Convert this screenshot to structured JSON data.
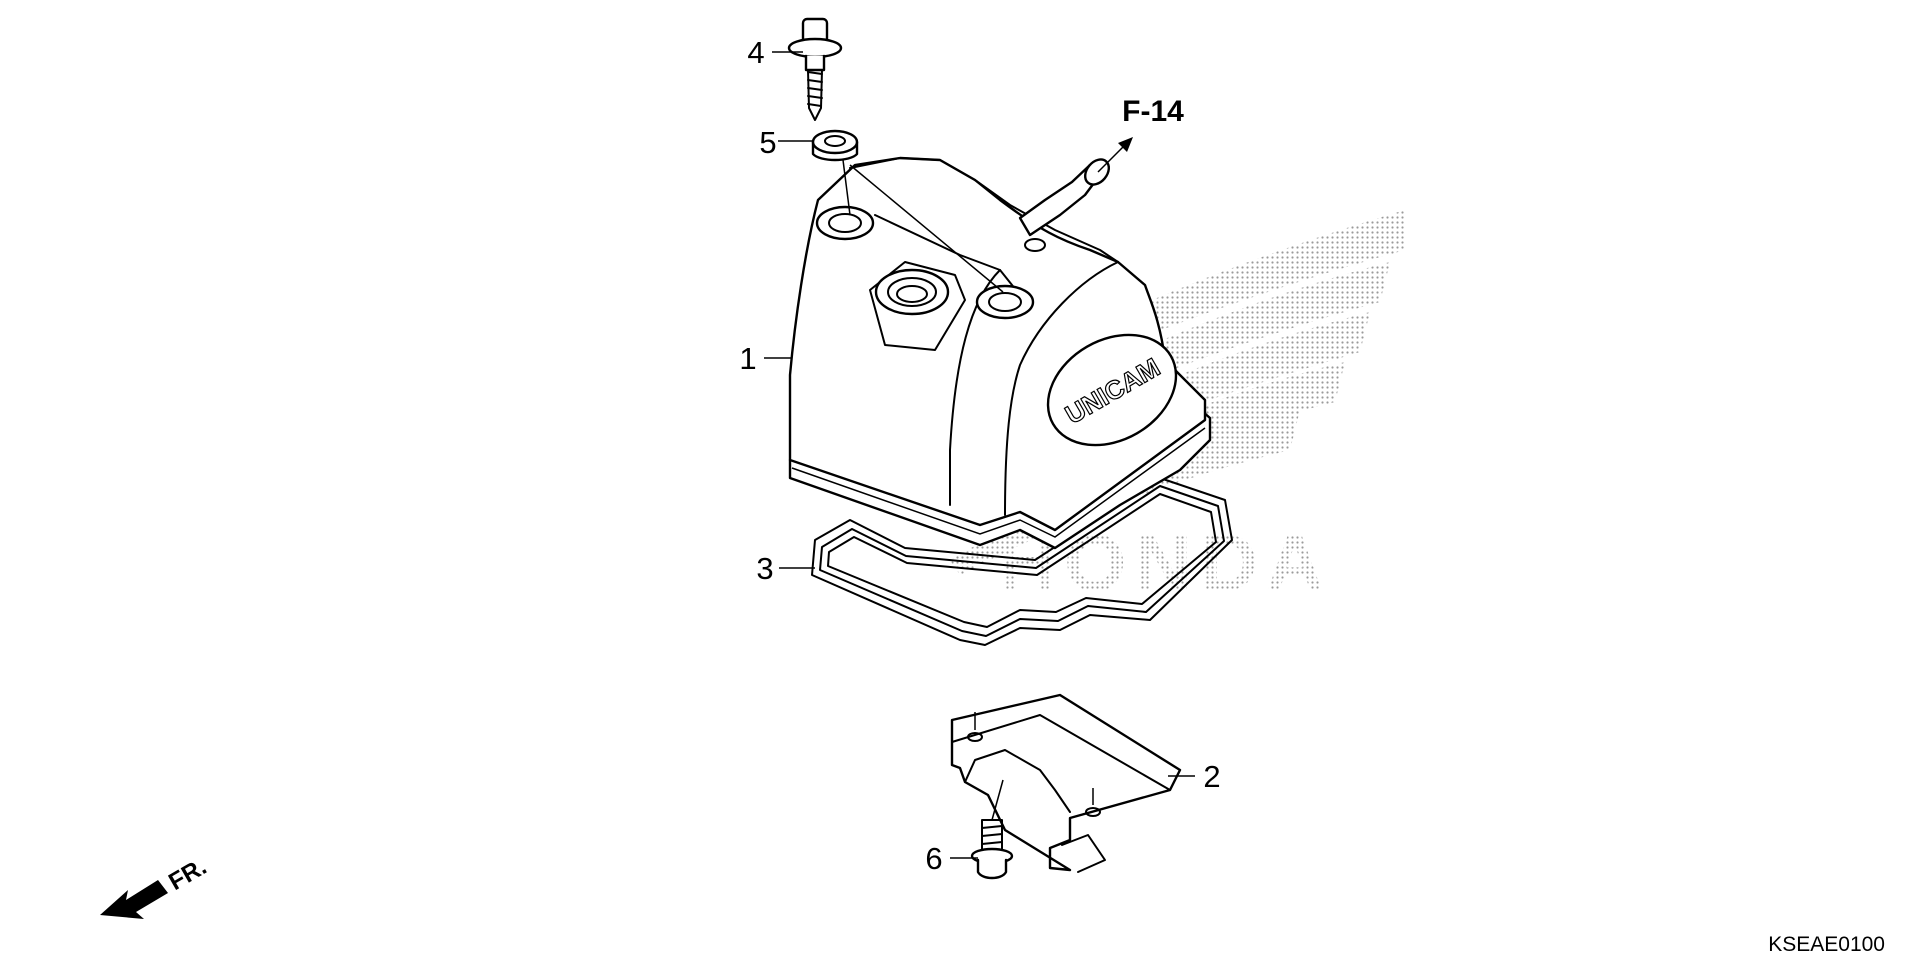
{
  "diagram": {
    "reference": "F-14",
    "front_marker": "FR.",
    "diagram_code": "KSEAE0100",
    "cover_marking": "UNICAM",
    "watermark_text": "HONDA",
    "callouts": [
      {
        "id": "1",
        "label": "1"
      },
      {
        "id": "2",
        "label": "2"
      },
      {
        "id": "3",
        "label": "3"
      },
      {
        "id": "4",
        "label": "4"
      },
      {
        "id": "5",
        "label": "5"
      },
      {
        "id": "6",
        "label": "6"
      }
    ]
  },
  "colors": {
    "line": "#000000",
    "background": "#ffffff",
    "watermark": "#9a9a9a"
  }
}
